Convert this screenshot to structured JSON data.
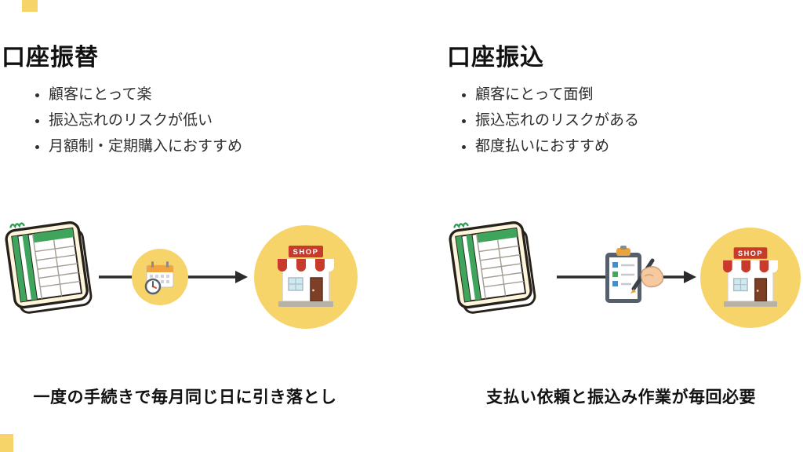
{
  "page": {
    "background": "#ffffff",
    "accent_yellow": "#f7d46a",
    "arrow_color": "#2b2b2b",
    "passbook_green": "#3fa45c",
    "shop_red": "#c73a2c"
  },
  "left": {
    "title": "口座振替",
    "bullets": [
      "顧客にとって楽",
      "振込忘れのリスクが低い",
      "月額制・定期購入におすすめ"
    ],
    "caption": "一度の手続きで毎月同じ日に引き落とし"
  },
  "right": {
    "title": "口座振込",
    "bullets": [
      "顧客にとって面倒",
      "振込忘れのリスクがある",
      "都度払いにおすすめ"
    ],
    "caption": "支払い依頼と振込み作業が毎回必要"
  },
  "icons": {
    "passbook": "passbook-icon",
    "calendar_clock": "calendar-clock-icon",
    "shop": "shop-storefront-icon",
    "clipboard_hand": "clipboard-signing-icon",
    "arrow": "arrow-right-icon"
  },
  "shop_sign": "SHOP"
}
